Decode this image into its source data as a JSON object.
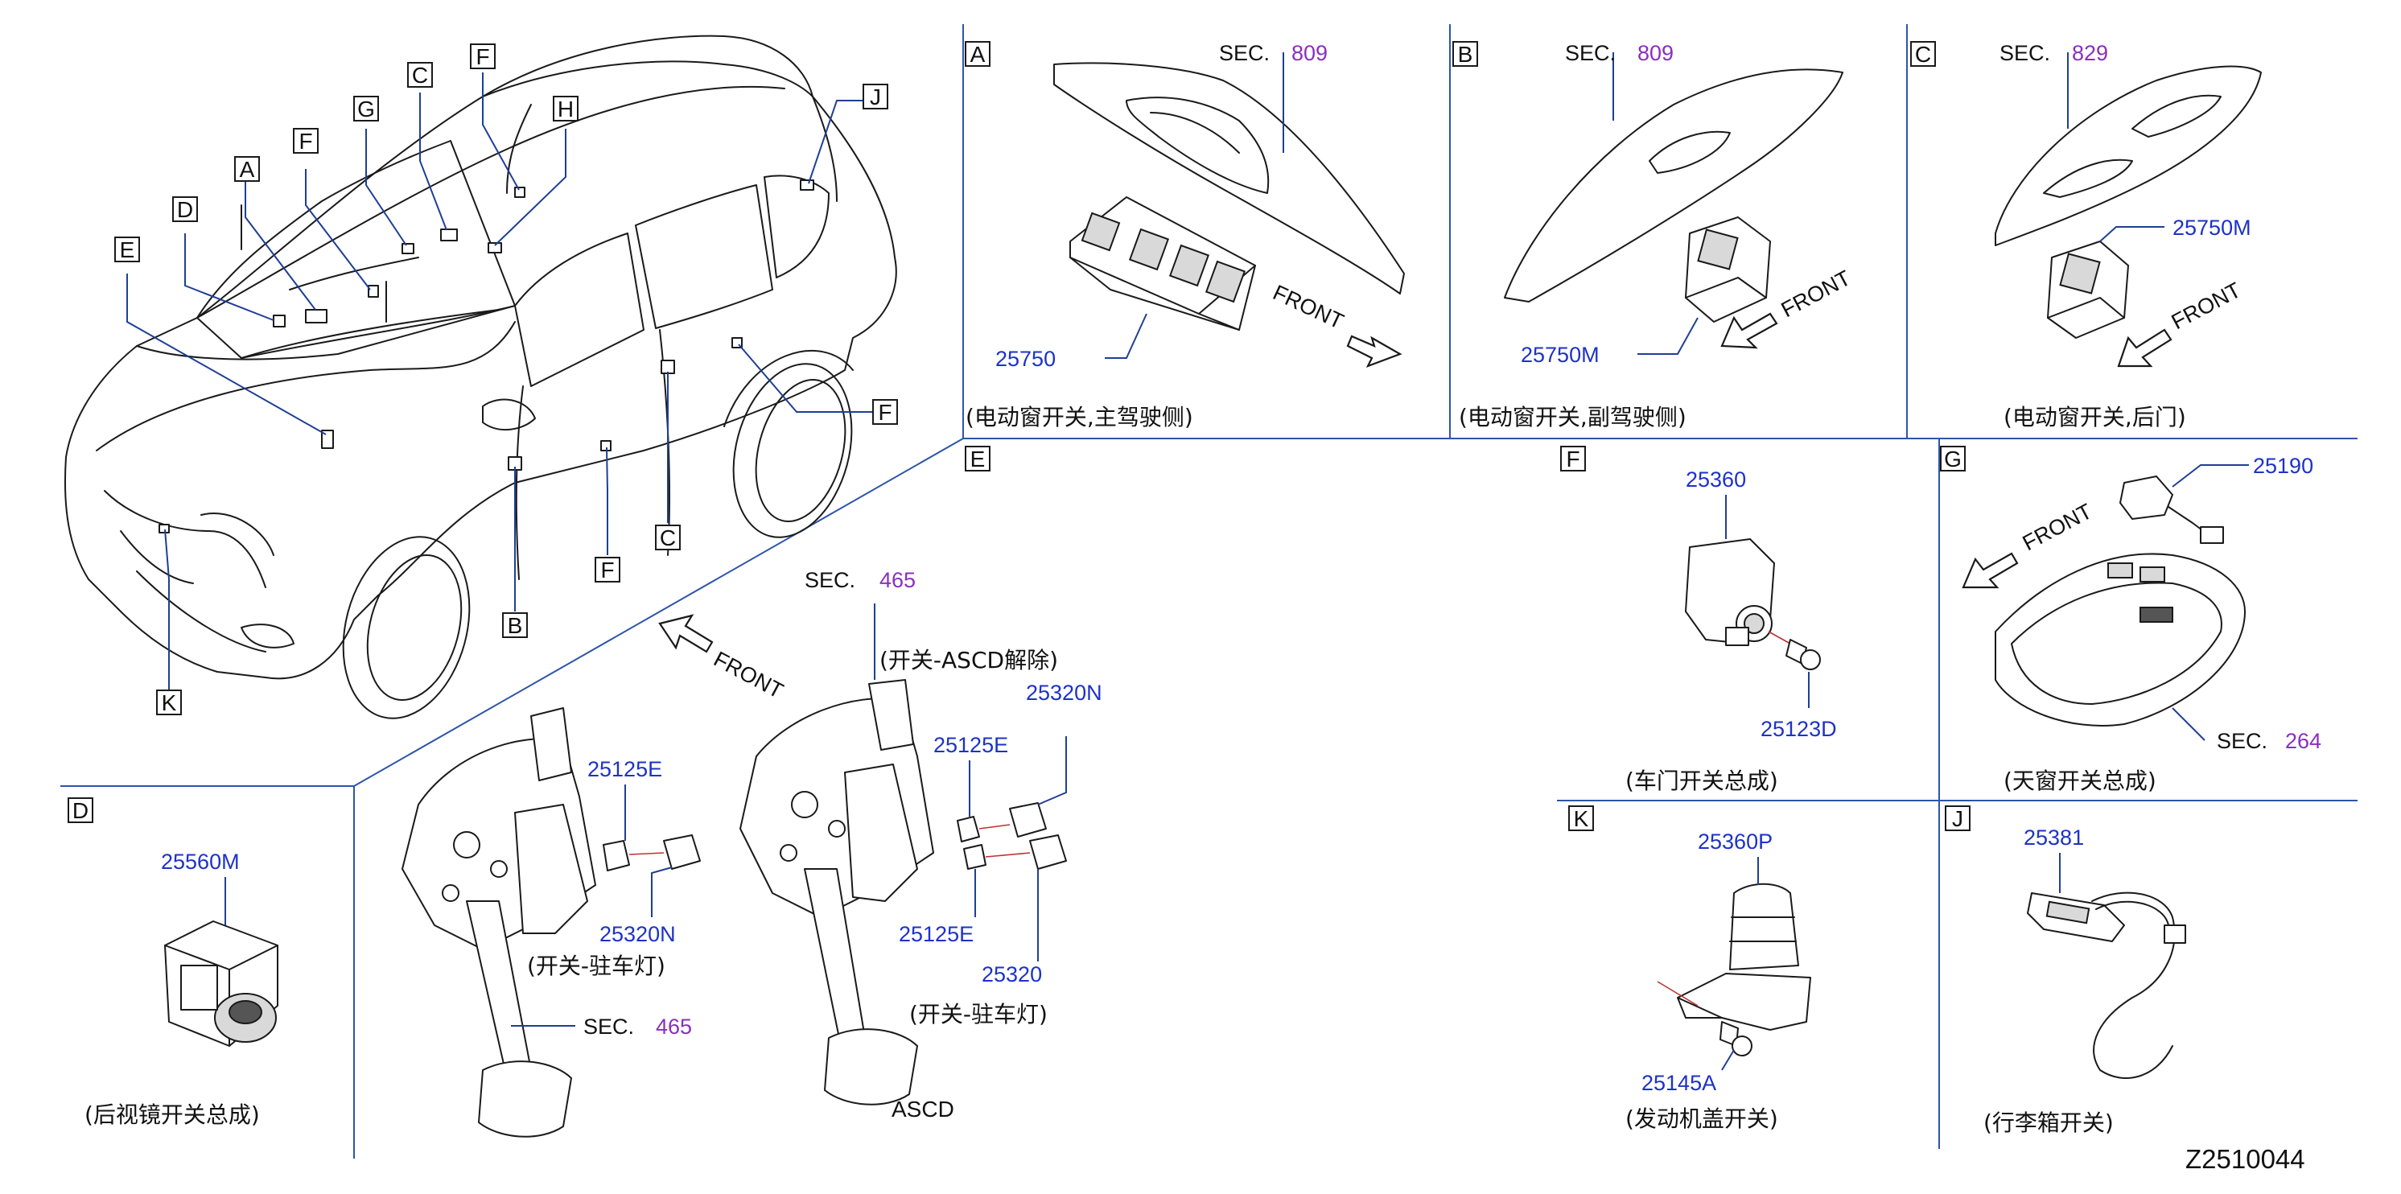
{
  "boxes": {
    "A": "A",
    "B": "B",
    "C": "C",
    "D": "D",
    "E": "E",
    "F": "F",
    "G": "G",
    "H": "H",
    "J": "J",
    "K": "K"
  },
  "front_label": "FRONT",
  "sec_label": "SEC.",
  "panels": {
    "A": {
      "sec": "809",
      "part": "25750",
      "caption": "(电动窗开关,主驾驶侧)"
    },
    "B": {
      "sec": "809",
      "part": "25750M",
      "caption": "(电动窗开关,副驾驶侧)"
    },
    "C": {
      "sec": "829",
      "part": "25750M",
      "caption": "(电动窗开关,后门)"
    },
    "D": {
      "part": "25560M",
      "caption": "(后视镜开关总成)"
    },
    "E": {
      "sec_top": "465",
      "sec_pedal": "465",
      "caption_ascd_release": "(开关-ASCD解除)",
      "caption_stop_lamp_1": "(开关-驻车灯)",
      "caption_stop_lamp_2": "(开关-驻车灯)",
      "ascd": "ASCD",
      "parts": {
        "p25125E_a": "25125E",
        "p25320N_a": "25320N",
        "p25125E_b": "25125E",
        "p25320N_b": "25320N",
        "p25125E_c": "25125E",
        "p25320": "25320"
      }
    },
    "F": {
      "part_switch": "25360",
      "part_bolt": "25123D",
      "caption": "(车门开关总成)"
    },
    "G": {
      "part": "25190",
      "sec": "264",
      "caption": "(天窗开关总成)"
    },
    "K": {
      "part_switch": "25360P",
      "part_bolt": "25145A",
      "caption": "(发动机盖开关)"
    },
    "J": {
      "part": "25381",
      "caption": "(行李箱开关)"
    }
  },
  "diagram_code": "Z2510044"
}
